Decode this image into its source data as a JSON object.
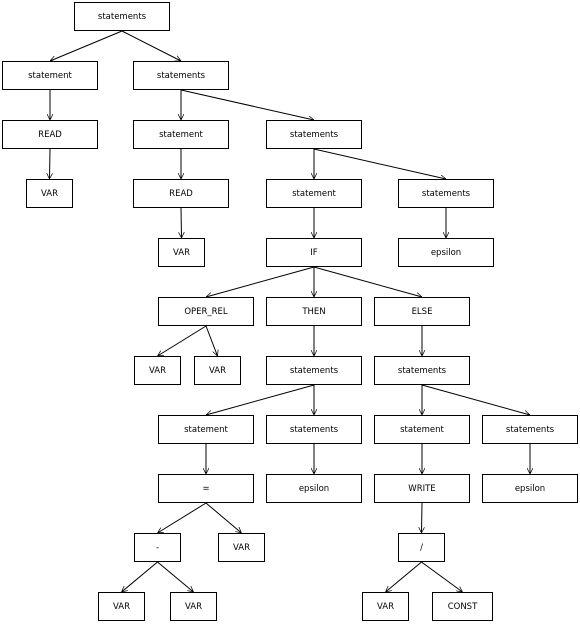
{
  "tree": {
    "nodes": [
      {
        "id": "n1",
        "label": "statements"
      },
      {
        "id": "n2",
        "label": "statement"
      },
      {
        "id": "n3",
        "label": "statements"
      },
      {
        "id": "n4",
        "label": "READ"
      },
      {
        "id": "n5",
        "label": "statement"
      },
      {
        "id": "n6",
        "label": "statements"
      },
      {
        "id": "n7",
        "label": "VAR"
      },
      {
        "id": "n8",
        "label": "READ"
      },
      {
        "id": "n9",
        "label": "statement"
      },
      {
        "id": "n10",
        "label": "statements"
      },
      {
        "id": "n11",
        "label": "VAR"
      },
      {
        "id": "n12",
        "label": "IF"
      },
      {
        "id": "n13",
        "label": "epsilon"
      },
      {
        "id": "n14",
        "label": "OPER_REL"
      },
      {
        "id": "n15",
        "label": "THEN"
      },
      {
        "id": "n16",
        "label": "ELSE"
      },
      {
        "id": "n17",
        "label": "VAR"
      },
      {
        "id": "n18",
        "label": "VAR"
      },
      {
        "id": "n19",
        "label": "statements"
      },
      {
        "id": "n20",
        "label": "statements"
      },
      {
        "id": "n21",
        "label": "statement"
      },
      {
        "id": "n22",
        "label": "statements"
      },
      {
        "id": "n23",
        "label": "statement"
      },
      {
        "id": "n24",
        "label": "statements"
      },
      {
        "id": "n25",
        "label": "="
      },
      {
        "id": "n26",
        "label": "epsilon"
      },
      {
        "id": "n27",
        "label": "WRITE"
      },
      {
        "id": "n28",
        "label": "epsilon"
      },
      {
        "id": "n29",
        "label": "-"
      },
      {
        "id": "n30",
        "label": "VAR"
      },
      {
        "id": "n31",
        "label": "/"
      },
      {
        "id": "n32",
        "label": "VAR"
      },
      {
        "id": "n33",
        "label": "VAR"
      },
      {
        "id": "n34",
        "label": "VAR"
      },
      {
        "id": "n35",
        "label": "CONST"
      }
    ],
    "edges": [
      [
        "n1",
        "n2"
      ],
      [
        "n1",
        "n3"
      ],
      [
        "n2",
        "n4"
      ],
      [
        "n4",
        "n7"
      ],
      [
        "n3",
        "n5"
      ],
      [
        "n3",
        "n6"
      ],
      [
        "n5",
        "n8"
      ],
      [
        "n8",
        "n11"
      ],
      [
        "n6",
        "n9"
      ],
      [
        "n6",
        "n10"
      ],
      [
        "n9",
        "n12"
      ],
      [
        "n10",
        "n13"
      ],
      [
        "n12",
        "n14"
      ],
      [
        "n12",
        "n15"
      ],
      [
        "n12",
        "n16"
      ],
      [
        "n14",
        "n17"
      ],
      [
        "n14",
        "n18"
      ],
      [
        "n15",
        "n19"
      ],
      [
        "n16",
        "n20"
      ],
      [
        "n19",
        "n21"
      ],
      [
        "n19",
        "n22"
      ],
      [
        "n20",
        "n23"
      ],
      [
        "n20",
        "n24"
      ],
      [
        "n21",
        "n25"
      ],
      [
        "n22",
        "n26"
      ],
      [
        "n23",
        "n27"
      ],
      [
        "n24",
        "n28"
      ],
      [
        "n25",
        "n29"
      ],
      [
        "n25",
        "n30"
      ],
      [
        "n27",
        "n31"
      ],
      [
        "n29",
        "n32"
      ],
      [
        "n29",
        "n33"
      ],
      [
        "n31",
        "n34"
      ],
      [
        "n31",
        "n35"
      ]
    ]
  }
}
